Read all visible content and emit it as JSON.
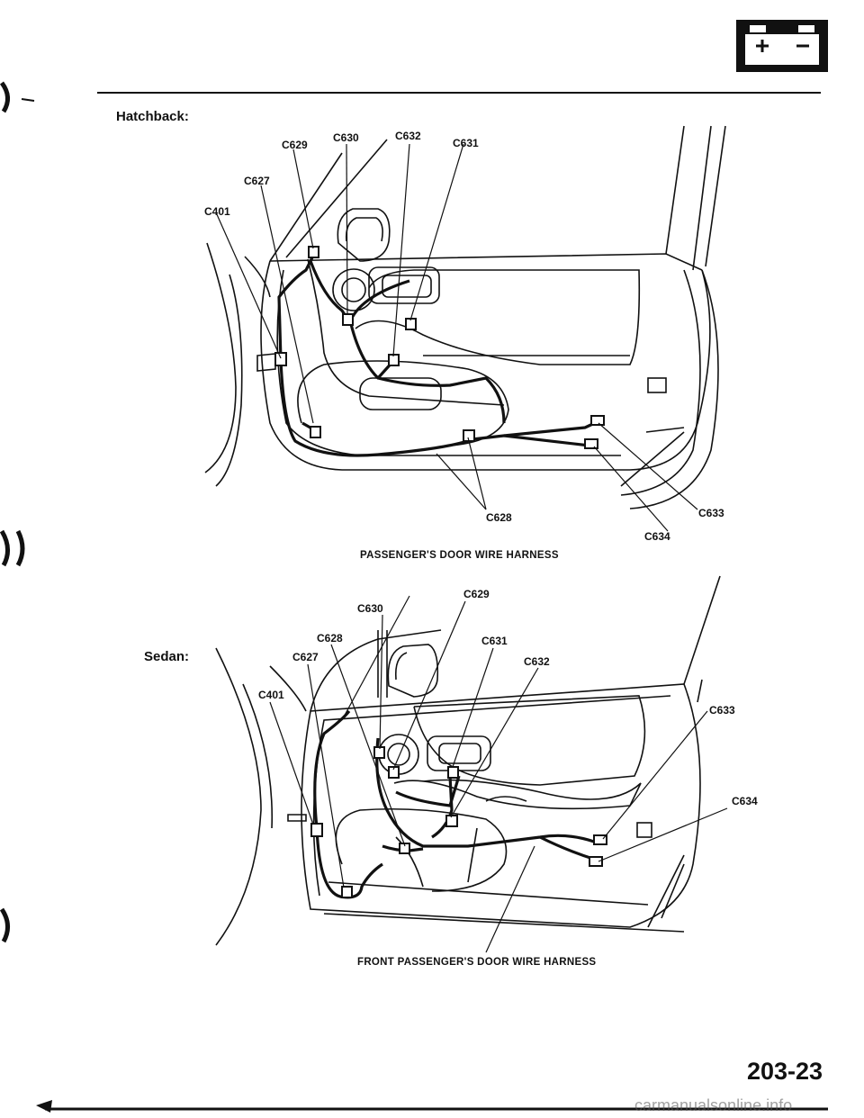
{
  "sections": {
    "hatchback": {
      "title": "Hatchback:",
      "caption": "PASSENGER'S DOOR WIRE HARNESS",
      "connectors": [
        "C401",
        "C627",
        "C628",
        "C629",
        "C630",
        "C631",
        "C632",
        "C633",
        "C634"
      ]
    },
    "sedan": {
      "title": "Sedan:",
      "caption": "FRONT PASSENGER'S DOOR WIRE HARNESS",
      "connectors": [
        "C401",
        "C627",
        "C628",
        "C629",
        "C630",
        "C631",
        "C632",
        "C633",
        "C634"
      ]
    }
  },
  "page_number": "203-23",
  "watermark": "carmanualsonline.info",
  "icons": {
    "battery": "battery-icon"
  }
}
